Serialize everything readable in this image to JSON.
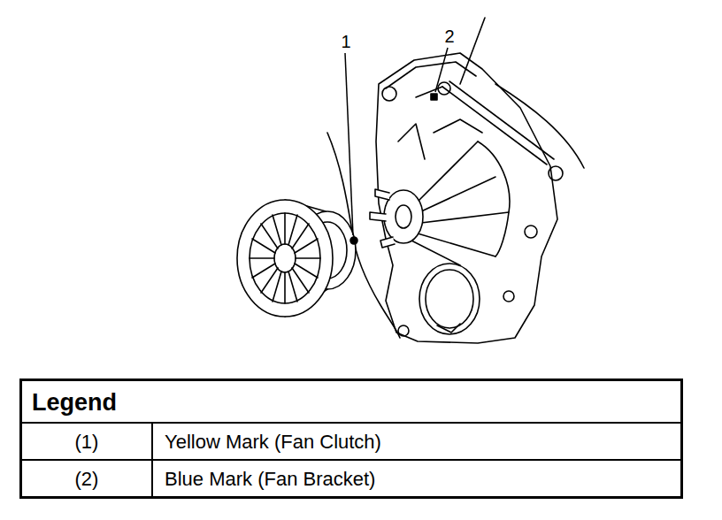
{
  "diagram": {
    "labels": [
      "1",
      "2",
      "Legend",
      "(1)",
      "(2)"
    ],
    "legend": [
      {
        "text": "Yellow Mark (Fan Clutch)"
      },
      {
        "text": "Blue Mark (Fan Bracket)"
      }
    ]
  }
}
